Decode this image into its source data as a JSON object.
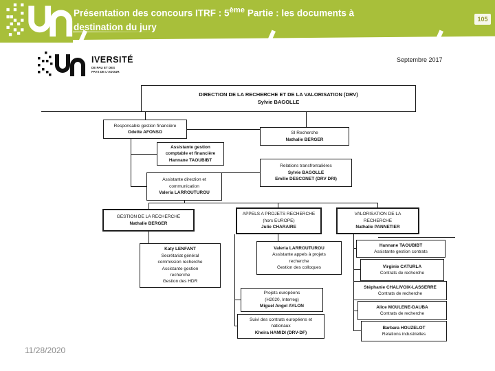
{
  "colors": {
    "header_bg": "#a8bf3a",
    "box_border": "#1c1c1c",
    "footer_text": "#8c8c8c"
  },
  "header": {
    "title_pre": "Présentation des concours ITRF : 5",
    "title_sup": "ème",
    "title_post": " Partie : les documents à destination du jury",
    "slide_number": "105"
  },
  "footer": {
    "date": "11/28/2020"
  },
  "content": {
    "caption": "Septembre 2017",
    "logo": {
      "name_suffix": "IVERSITÉ",
      "sub1": "DE PAU ET DES",
      "sub2": "PAYS DE L'ADOUR"
    }
  },
  "orgchart": {
    "drv": {
      "l1": "DIRECTION DE LA RECHERCHE ET DE LA VALORISATION (DRV)",
      "l2": "Sylvie BAGOLLE"
    },
    "resp_fin": {
      "l1": "Responsable gestion  financière",
      "l2": "Odette AFONSO"
    },
    "asst_compta": {
      "l1": "Assistante gestion",
      "l2": "comptable et financière",
      "l3": "Hannane TAOUBIBT"
    },
    "si_rech": {
      "l1": "SI Recherche",
      "l2": "Nathalie BERGER"
    },
    "rel_transf": {
      "l1": "Relations transfrontalières",
      "l2": "Sylvie BAGOLLE",
      "l3": "Emilie DESCONET (DRV DRI)"
    },
    "asst_dir": {
      "l1": "Assistante direction et",
      "l2": "communication",
      "l3": "Valeria LARROUTUROU"
    },
    "gestion": {
      "l1": "GESTION DE LA RECHERCHE",
      "l2": "Nathalie BERGER"
    },
    "appels": {
      "l1": "APPELS A PROJETS RECHERCHE",
      "l2": "(hors EUROPE)",
      "l3": "Julie CHARAIRE"
    },
    "valorisation": {
      "l1": "VALORISATION DE LA",
      "l2": "RECHERCHE",
      "l3": "Nathalie PANNETIER"
    },
    "katy": {
      "l1": "Katy LENFANT",
      "l2": "Secrétariat général",
      "l3": "commission recherche",
      "l4": "Assistante gestion",
      "l5": "recherche",
      "l6": "Gestion des HDR"
    },
    "valeria2": {
      "l1": "Valeria LARROUTUROU",
      "l2": "Assistante appels à projets",
      "l3": "recherche",
      "l4": "Gestion des colloques"
    },
    "projets_eu": {
      "l1": "Projets européens",
      "l2": "(H2020, Interreg)",
      "l3": "Miguel Angel AYLON"
    },
    "suivi": {
      "l1": "Suivi des contrats européens et",
      "l2": "nationaux",
      "l3": "Kheira HAMIDI (DRV-DF)"
    },
    "hannane2": {
      "l1": "Hannane TAOUBIBT",
      "l2": "Assistante gestion contrats"
    },
    "virginie": {
      "l1": "Virginie CATURLA",
      "l2": "Contrats de recherche"
    },
    "stephanie": {
      "l1": "Stéphanie CHALIVOIX-LASSERRE",
      "l2": "Contrats de recherche"
    },
    "alice": {
      "l1": "Alice MOULENE-DAUBA",
      "l2": "Contrats de recherche"
    },
    "barbara": {
      "l1": "Barbara HOUZELOT",
      "l2": "Relations industrielles"
    }
  }
}
